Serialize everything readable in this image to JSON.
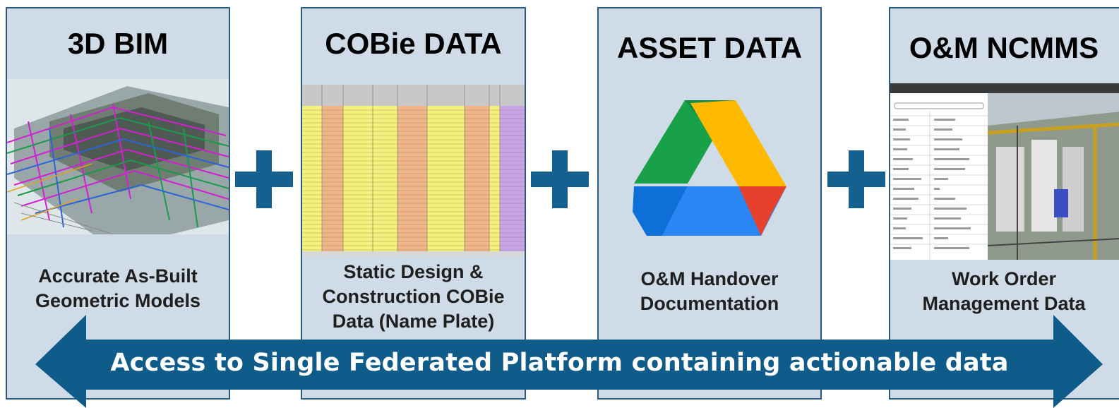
{
  "panels": [
    {
      "title": "3D BIM",
      "subtitle_lines": [
        "Accurate As-Built",
        "Geometric Models"
      ]
    },
    {
      "title": "COBie DATA",
      "subtitle_lines": [
        "Static Design &",
        "Construction COBie",
        "Data (Name Plate)"
      ]
    },
    {
      "title": "ASSET DATA",
      "subtitle_lines": [
        "O&M Handover",
        "Documentation"
      ]
    },
    {
      "title": "O&M NCMMS",
      "subtitle_lines": [
        "Work Order",
        "Management Data"
      ]
    }
  ],
  "banner": {
    "text": "Access to Single Federated Platform containing actionable data"
  },
  "colors": {
    "panel_bg": "#cfdbe6",
    "panel_border": "#2e5b82",
    "accent": "#15608f"
  }
}
